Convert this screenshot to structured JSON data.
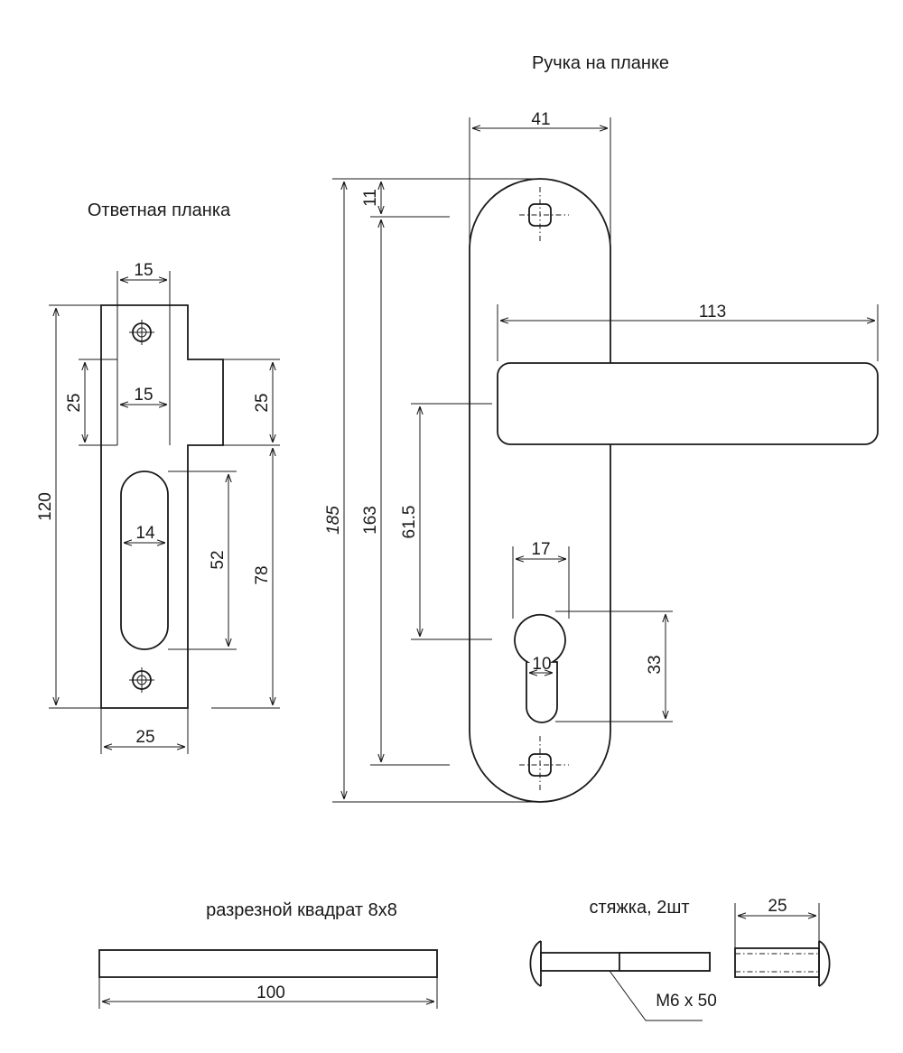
{
  "titles": {
    "strike_plate": "Ответная планка",
    "handle_plate": "Ручка на планке",
    "spindle": "разрезной квадрат 8x8",
    "screws": "стяжка, 2шт"
  },
  "strike_plate": {
    "dims": {
      "top_width": "15",
      "inner_width": "15",
      "left_height": "25",
      "right_height": "25",
      "total_height": "120",
      "slot_width": "14",
      "slot_height": "52",
      "lower_height": "78",
      "bottom_width": "25"
    }
  },
  "handle_plate": {
    "dims": {
      "plate_width": "41",
      "top_offset": "11",
      "lever_length": "113",
      "total_height": "185",
      "hole_spacing": "163",
      "handle_to_cylinder": "61.5",
      "cylinder_width": "17",
      "cylinder_height": "33",
      "cylinder_slot": "10"
    }
  },
  "spindle": {
    "length": "100"
  },
  "screws": {
    "thread": "M6 x 50",
    "sleeve_length": "25"
  }
}
